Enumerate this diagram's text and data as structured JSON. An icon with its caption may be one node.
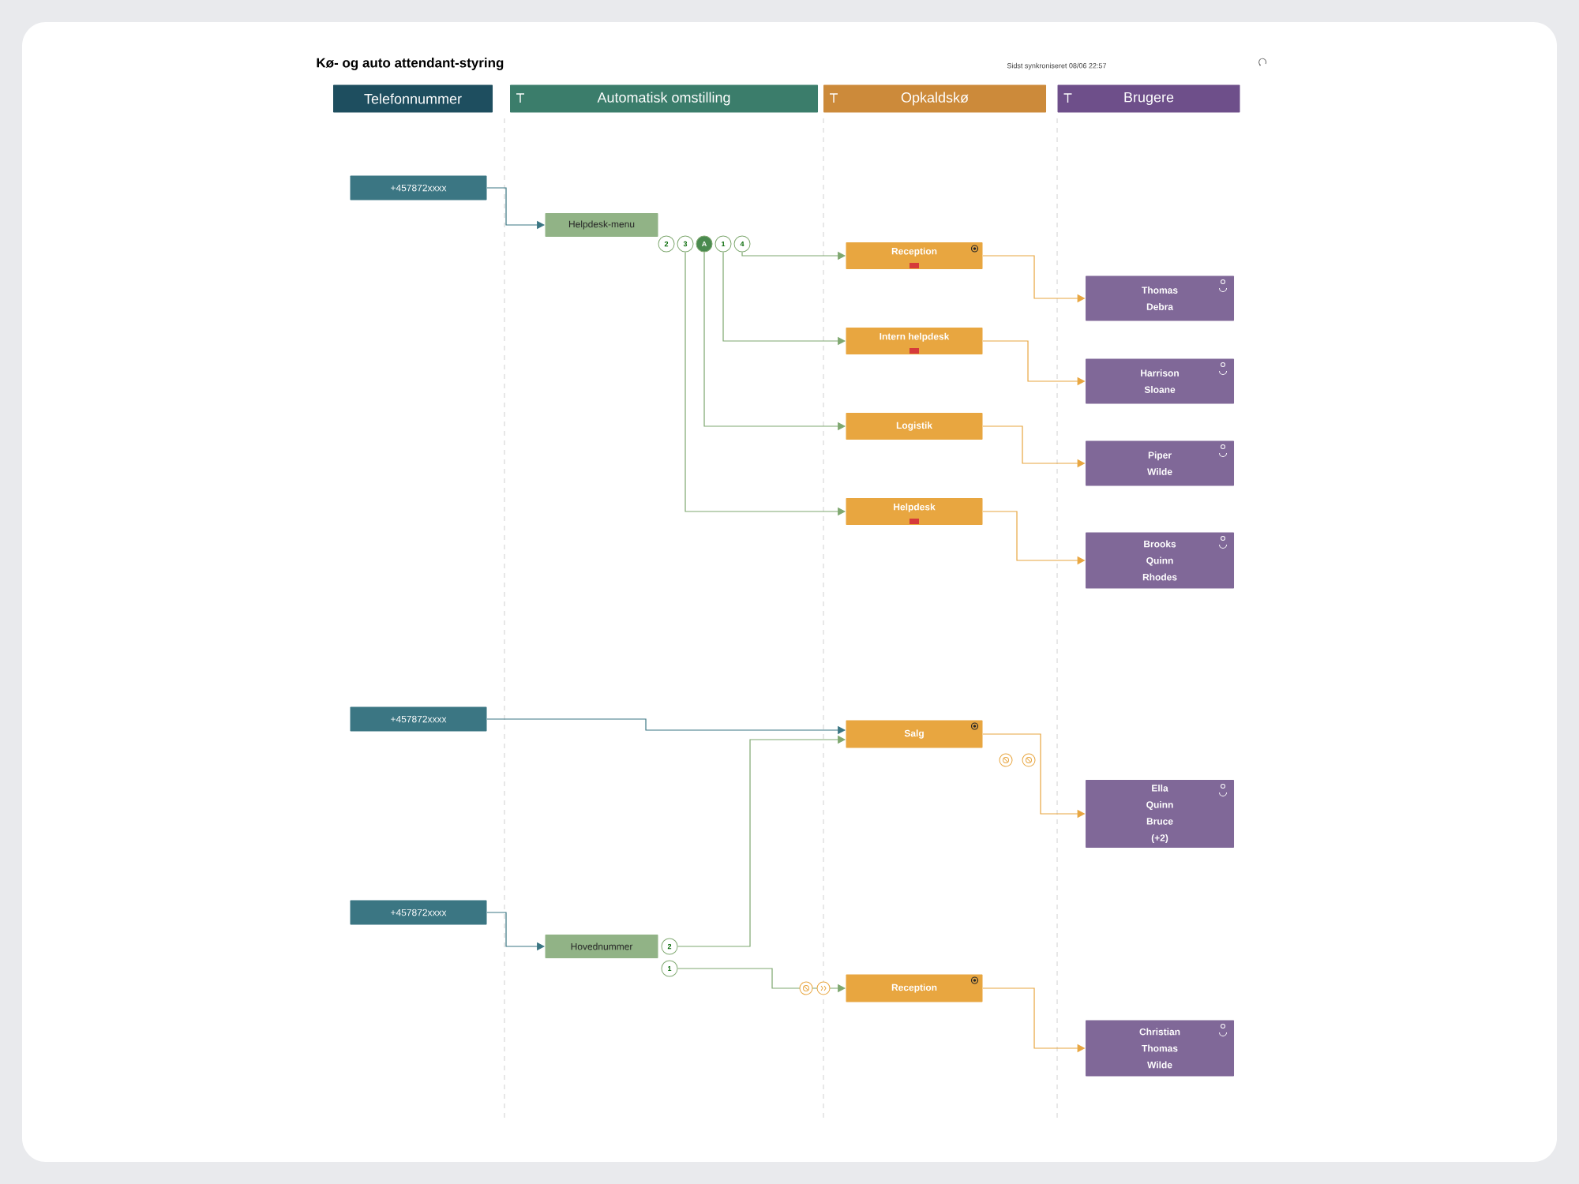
{
  "diagram": {
    "title": "Kø- og auto attendant-styring",
    "nodes": [
      {
        "text": [
          "Telefonnummer"
        ]
      },
      {
        "text": [
          "Automatisk omstilling"
        ]
      },
      {
        "text": [
          "Opkaldskø"
        ]
      },
      {
        "text": [
          "Brugere"
        ]
      },
      {
        "text": [
          "+457872xxxx"
        ]
      },
      {
        "text": [
          "Helpdesk-menu"
        ]
      },
      {
        "text": [
          "2"
        ]
      },
      {
        "text": [
          "3"
        ]
      },
      {
        "text": [
          "A"
        ]
      },
      {
        "text": [
          "1"
        ]
      },
      {
        "text": [
          "4"
        ]
      },
      {
        "text": [
          "Reception"
        ]
      },
      {
        "text": [
          "Intern helpdesk"
        ]
      },
      {
        "text": [
          "Logistik"
        ]
      },
      {
        "text": [
          "Helpdesk"
        ]
      },
      {
        "text": [
          "Thomas",
          "Debra"
        ]
      },
      {
        "text": [
          "Harrison",
          "Sloane"
        ]
      },
      {
        "text": [
          "Piper",
          "Wilde"
        ]
      },
      {
        "text": [
          "Brooks",
          "Quinn",
          "Rhodes"
        ]
      },
      {
        "text": [
          "+457872xxxx"
        ]
      },
      {
        "text": [
          "Salg"
        ]
      },
      {
        "text": [
          "Ella",
          "Quinn",
          "Bruce",
          "(+2)"
        ]
      },
      {
        "text": [
          "+457872xxxx"
        ]
      },
      {
        "text": [
          "Hovednummer"
        ]
      },
      {
        "text": [
          "2"
        ]
      },
      {
        "text": [
          "1"
        ]
      },
      {
        "text": [
          "Reception"
        ]
      },
      {
        "text": [
          "Christian",
          "Thomas",
          "Wilde"
        ]
      }
    ],
    "edges": [
      {
        "from": 4,
        "to": 5,
        "arrow": "to",
        "color": "#3b7683"
      },
      {
        "from": 10,
        "to": 11,
        "arrow": "to",
        "color": "#7fa870"
      },
      {
        "from": 9,
        "to": 12,
        "arrow": "to",
        "color": "#7fa870"
      },
      {
        "from": 8,
        "to": 13,
        "arrow": "to",
        "color": "#7fa870"
      },
      {
        "from": 7,
        "to": 14,
        "arrow": "to",
        "color": "#7fa870"
      },
      {
        "from": 11,
        "to": 15,
        "arrow": "to",
        "color": "#e8a640"
      },
      {
        "from": 12,
        "to": 16,
        "arrow": "to",
        "color": "#e8a640"
      },
      {
        "from": 13,
        "to": 17,
        "arrow": "to",
        "color": "#e8a640"
      },
      {
        "from": 14,
        "to": 18,
        "arrow": "to",
        "color": "#e8a640"
      },
      {
        "from": 19,
        "to": 20,
        "arrow": "to",
        "color": "#3b7683"
      },
      {
        "from": 24,
        "to": 20,
        "arrow": "to",
        "color": "#7fa870"
      },
      {
        "from": 20,
        "to": 21,
        "arrow": "to",
        "color": "#e8a640"
      },
      {
        "from": 22,
        "to": 23,
        "arrow": "to",
        "color": "#3b7683"
      },
      {
        "from": 25,
        "to": 26,
        "arrow": "to",
        "color": "#7fa870"
      },
      {
        "from": 26,
        "to": 27,
        "arrow": "to",
        "color": "#e8a640"
      }
    ],
    "labels": [
      "Sidst synkroniseret 08/06 22:57"
    ]
  }
}
